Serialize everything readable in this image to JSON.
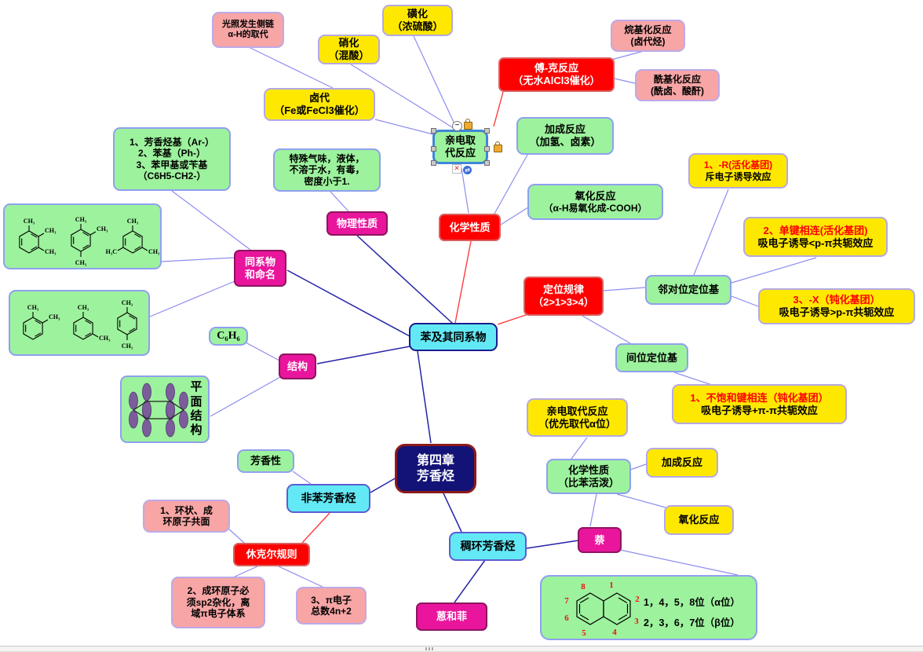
{
  "colors": {
    "node_yellow": "#ffe800",
    "node_green": "#9df29d",
    "node_pink": "#f7a5a5",
    "node_magenta": "#e9159c",
    "node_red": "#fe0000",
    "node_cyan": "#63e9f6",
    "root_navy": "#131377",
    "edge_light": "#8d8df0",
    "edge_dark": "#2424a8",
    "edge_red": "#ff3d3d",
    "highlight_text": "#fe0000",
    "selection_border": "#3f86d8"
  },
  "nodes": {
    "root": {
      "lines": [
        "第四章",
        "芳香烃"
      ]
    },
    "benzene_homologs": {
      "lines": [
        "苯及其同系物"
      ]
    },
    "non_benzene": {
      "lines": [
        "非苯芳香烃"
      ]
    },
    "fused_ring": {
      "lines": [
        "稠环芳香烃"
      ]
    },
    "physical": {
      "lines": [
        "物理性质"
      ]
    },
    "chemical": {
      "lines": [
        "化学性质"
      ]
    },
    "positioning_rule": {
      "lines": [
        "定位规律",
        "（2>1>3>4）"
      ]
    },
    "homologs_naming": {
      "lines": [
        "同系物",
        "和命名"
      ]
    },
    "structure": {
      "lines": [
        "结构"
      ]
    },
    "aromaticity": {
      "lines": [
        "芳香性"
      ]
    },
    "huckel_rule": {
      "lines": [
        "休克尔规则"
      ]
    },
    "anthracene_phenanthrene": {
      "lines": [
        "蒽和菲"
      ]
    },
    "naphthalene": {
      "lines": [
        "萘"
      ]
    },
    "electrophilic_sub": {
      "lines": [
        "亲电取",
        "代反应"
      ]
    },
    "addition": {
      "lines": [
        "加成反应",
        "（加氢、卤素）"
      ]
    },
    "oxidation": {
      "lines": [
        "氧化反应",
        "（α-H易氧化成-COOH）"
      ]
    },
    "sulfonation": {
      "lines": [
        "磺化",
        "（浓硫酸）"
      ]
    },
    "nitration": {
      "lines": [
        "硝化",
        "（混酸）"
      ]
    },
    "halogenation": {
      "lines": [
        "卤代",
        "（Fe或FeCl3催化）"
      ]
    },
    "friedel_crafts": {
      "lines": [
        "傅-克反应",
        "（无水AlCl3催化）"
      ]
    },
    "alkylation": {
      "lines": [
        "烷基化反应",
        "(卤代烃)"
      ]
    },
    "acylation": {
      "lines": [
        "酰基化反应",
        "(酰卤、酸酐)"
      ]
    },
    "light_substitution": {
      "lines": [
        "光照发生侧链",
        "α-H的取代"
      ]
    },
    "physical_props": {
      "lines": [
        "特殊气味，液体，",
        "不溶于水，有毒，",
        "密度小于1."
      ]
    },
    "aryl_groups": {
      "lines": [
        "1、芳香烃基（Ar-）",
        "2、苯基（Ph-）",
        "3、苯甲基或苄基",
        "（C6H5-CH2-）"
      ]
    },
    "ortho_para_director": {
      "lines": [
        "邻对位定位基"
      ]
    },
    "meta_director": {
      "lines": [
        "间位定位基"
      ]
    },
    "activator_r": {
      "highlight": "1、-R(活化基团)",
      "lines": [
        "斥电子诱导效应"
      ]
    },
    "activator_single_bond": {
      "highlight": "2、单键相连(活化基团)",
      "lines": [
        "吸电子诱导<p-π共轭效应"
      ]
    },
    "deactivator_x": {
      "highlight": "3、-X（钝化基团）",
      "lines": [
        "吸电子诱导>p-π共轭效应"
      ]
    },
    "deactivator_unsaturated": {
      "highlight": "1、不饱和键相连（钝化基团）",
      "lines": [
        "吸电子诱导+π-π共轭效应"
      ]
    },
    "huckel_1": {
      "lines": [
        "1、环状、成",
        "环原子共面"
      ]
    },
    "huckel_2": {
      "lines": [
        "2、成环原子必",
        "须sp2杂化，离",
        "域π电子体系"
      ]
    },
    "huckel_3": {
      "lines": [
        "3、π电子",
        "总数4n+2"
      ]
    },
    "naph_chemical": {
      "lines": [
        "化学性质",
        "（比苯活泼）"
      ]
    },
    "naph_electrophilic": {
      "lines": [
        "亲电取代反应",
        "（优先取代α位）"
      ]
    },
    "naph_addition": {
      "lines": [
        "加成反应"
      ]
    },
    "naph_oxidation": {
      "lines": [
        "氧化反应"
      ]
    },
    "benzene_formula": {
      "lines": [
        "C₆H₆"
      ]
    },
    "planar_structure": {
      "chars": [
        "平",
        "面",
        "结",
        "构"
      ]
    }
  },
  "chem": {
    "ch3": "CH₃",
    "h3c": "H₃C"
  },
  "naph_diagram": {
    "numbers": {
      "n1": "1",
      "n2": "2",
      "n3": "3",
      "n4": "4",
      "n5": "5",
      "n6": "6",
      "n7": "7",
      "n8": "8"
    },
    "alpha": "1，4，5，8位（α位）",
    "beta": "2，3，6，7位（β位）"
  },
  "icons": {
    "collapse_minus": "−",
    "swap_arrows": "⇄",
    "broken_link": "✕"
  }
}
